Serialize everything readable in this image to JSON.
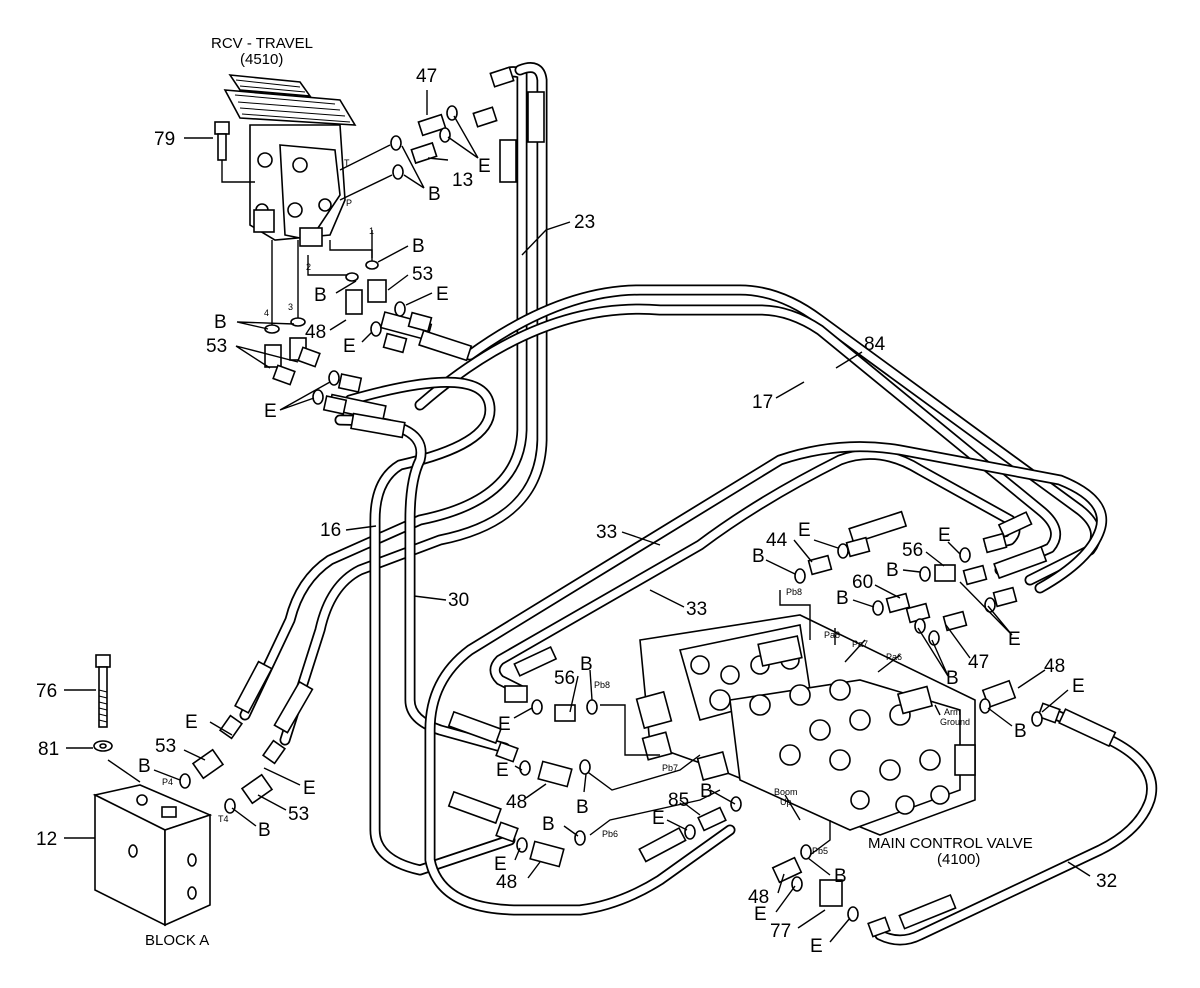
{
  "titles": {
    "rcv": "RCV - TRAVEL",
    "rcv_code": "(4510)",
    "mcv": "MAIN CONTROL VALVE",
    "mcv_code": "(4100)",
    "block": "BLOCK A"
  },
  "callouts": {
    "c47a": "47",
    "c13": "13",
    "cEa": "E",
    "cBa": "B",
    "c79": "79",
    "c23": "23",
    "cBb": "B",
    "c53a": "53",
    "cEb": "E",
    "cBc": "B",
    "c48a": "48",
    "cEc": "E",
    "cBd": "B",
    "c53b": "53",
    "cEd": "E",
    "c84": "84",
    "c17": "17",
    "c16": "16",
    "c30": "30",
    "c33a": "33",
    "c33b": "33",
    "cEe": "E",
    "c44": "44",
    "cBe": "B",
    "cEf": "E",
    "c56a": "56",
    "cBf": "B",
    "c60": "60",
    "cBg": "B",
    "cEg": "E",
    "c47b": "47",
    "cBh": "B",
    "c48b": "48",
    "cEh": "E",
    "cBi": "B",
    "c56b": "56",
    "cBj": "B",
    "cEi": "E",
    "cEj": "E",
    "c48c": "48",
    "cBk": "B",
    "c85": "85",
    "cBl": "B",
    "cEk": "E",
    "cBm": "B",
    "cEl": "E",
    "c48d": "48",
    "c48e": "48",
    "cBn": "B",
    "cEm": "E",
    "c77": "77",
    "cEn": "E",
    "c32": "32",
    "c76": "76",
    "c81": "81",
    "c12": "12",
    "cEo": "E",
    "c53c": "53",
    "cBo": "B",
    "cEp": "E",
    "c53d": "53",
    "cBp": "B"
  },
  "ports": {
    "t": "T",
    "p": "P",
    "n1": "1",
    "n2": "2",
    "n3": "3",
    "n4": "4",
    "pb8a": "Pb8",
    "pb8b": "Pb8",
    "pa8": "Pa8",
    "pa7": "Pa7",
    "pa6": "Pa6",
    "pb7": "Pb7",
    "pb6": "Pb6",
    "pb5": "Pb5",
    "p4": "P4",
    "t4": "T4",
    "arm": "Arm",
    "ground": "Ground",
    "boom": "Boom",
    "up": "Up"
  }
}
